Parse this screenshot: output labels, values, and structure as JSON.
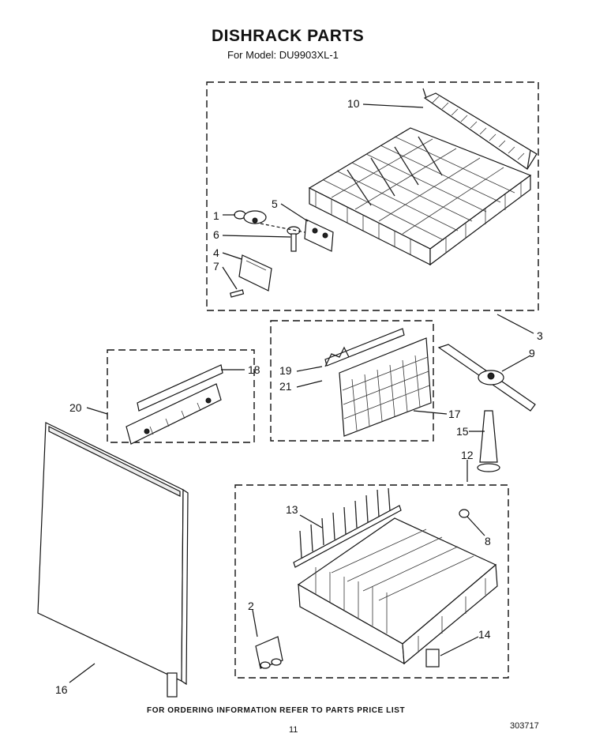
{
  "header": {
    "title": "DISHRACK PARTS",
    "model_line": "For Model: DU9903XL-1"
  },
  "callouts": {
    "c1": "1",
    "c2": "2",
    "c3": "3",
    "c4": "4",
    "c5": "5",
    "c6": "6",
    "c7": "7",
    "c8": "8",
    "c9": "9",
    "c10": "10",
    "c12": "12",
    "c13": "13",
    "c14": "14",
    "c15": "15",
    "c16": "16",
    "c17": "17",
    "c18": "18",
    "c19": "19",
    "c20": "20",
    "c21": "21"
  },
  "footer": {
    "ordering_note": "FOR ORDERING INFORMATION REFER TO PARTS PRICE LIST",
    "page_number": "11",
    "doc_number": "303717"
  }
}
